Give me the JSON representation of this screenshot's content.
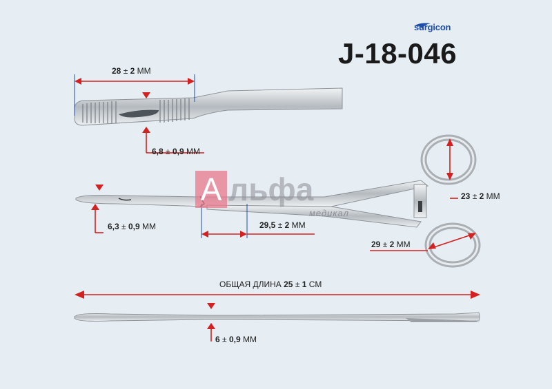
{
  "brand": {
    "name": "surgicon",
    "icon": "bird-logo-icon"
  },
  "model": "J-18-046",
  "watermark": {
    "letter": "А",
    "rest": "льфа",
    "sub": "медикал"
  },
  "dimensions": {
    "tip_length": {
      "value": "28",
      "tol": "2",
      "unit": "ММ"
    },
    "tip_width": {
      "value": "6,8",
      "tol": "0,9",
      "unit": "ММ"
    },
    "jaw_width": {
      "value": "6,3",
      "tol": "0,9",
      "unit": "ММ"
    },
    "serrated_length": {
      "value": "29,5",
      "tol": "2",
      "unit": "ММ"
    },
    "ring_height": {
      "value": "23",
      "tol": "2",
      "unit": "ММ"
    },
    "ring_width": {
      "value": "29",
      "tol": "2",
      "unit": "ММ"
    },
    "total_length": {
      "label": "ОБЩАЯ ДЛИНА",
      "value": "25",
      "tol": "1",
      "unit": "СМ"
    },
    "side_thickness": {
      "value": "6",
      "tol": "0,9",
      "unit": "ММ"
    }
  },
  "pm": "±",
  "colors": {
    "arrow": "#d32020",
    "steel": "#b9bec2",
    "brand": "#1e4fa8"
  }
}
